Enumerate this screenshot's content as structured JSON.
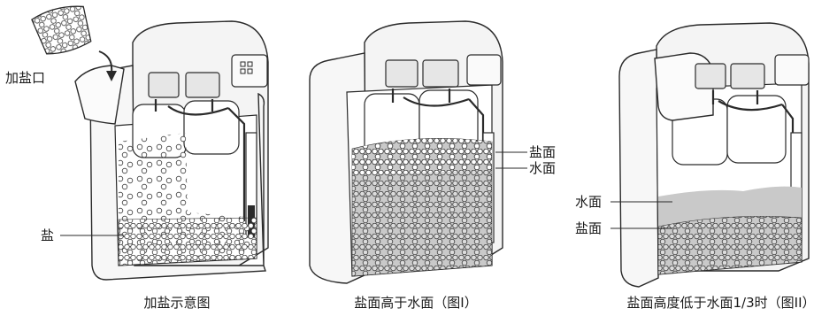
{
  "panels": [
    {
      "id": "add-salt",
      "caption": "加盐示意图",
      "labels": {
        "inlet": "加盐口",
        "salt": "盐"
      }
    },
    {
      "id": "salt-above-water",
      "caption": "盐面高于水面（图I）",
      "labels": {
        "salt_level": "盐面",
        "water_level": "水面"
      }
    },
    {
      "id": "salt-below-third",
      "caption": "盐面高度低于水面1/3时（图II）",
      "labels": {
        "water_level": "水面",
        "salt_level": "盐面"
      }
    }
  ],
  "colors": {
    "outline": "#2a2a2a",
    "cabinet": "#f7f7f7",
    "salt_fill": "#ffffff",
    "water_fill": "#c9c9c9",
    "shadow": "#e2e2e2"
  }
}
